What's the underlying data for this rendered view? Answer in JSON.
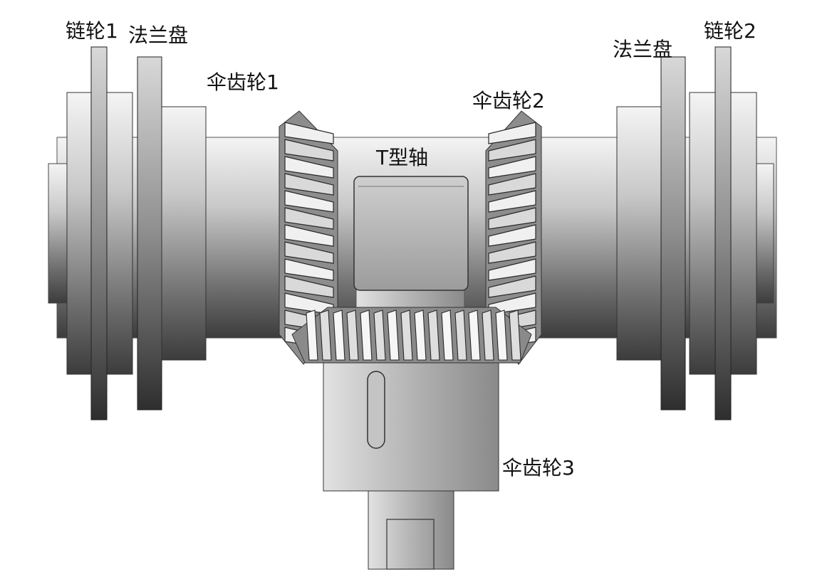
{
  "labels": {
    "sprocket1": "链轮1",
    "flange_left": "法兰盘",
    "bevel_gear1": "伞齿轮1",
    "bevel_gear2": "伞齿轮2",
    "t_shaft": "T型轴",
    "flange_right": "法兰盘",
    "sprocket2": "链轮2",
    "bevel_gear3": "伞齿轮3"
  },
  "colors": {
    "metal_light": "#e6e6e6",
    "metal_mid": "#9a9a9a",
    "metal_dark": "#3a3a3a",
    "outline": "#2a2a2a",
    "text": "#111111"
  }
}
